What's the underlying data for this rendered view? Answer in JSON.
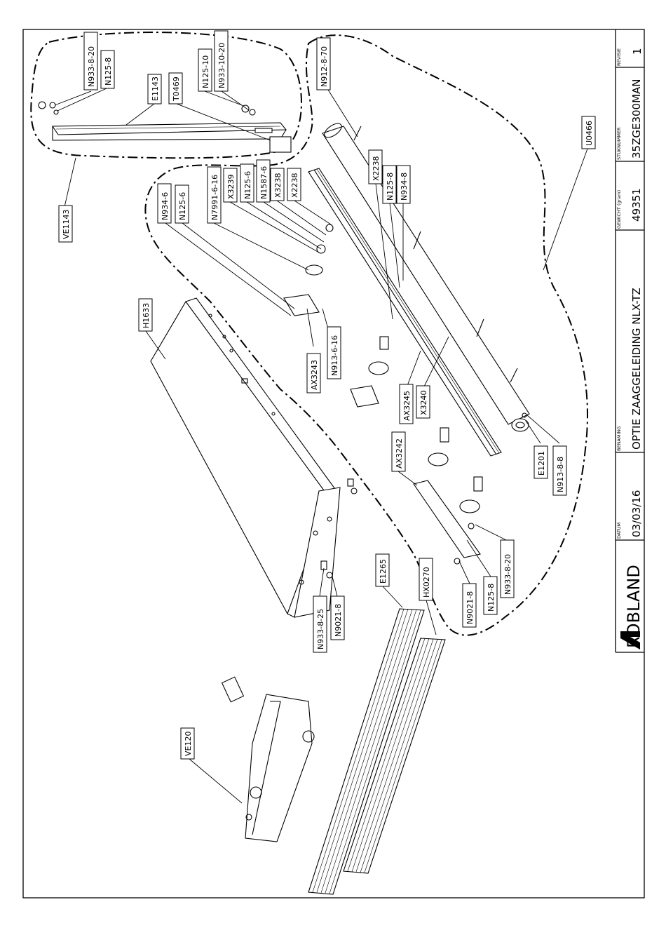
{
  "titleblock": {
    "brand": "ROBLAND",
    "datum_label": "DATUM",
    "datum": "03/03/16",
    "benaming_label": "BENAMING",
    "benaming": "OPTIE ZAAGGELEIDING NLX-TZ",
    "gewicht_label": "GEWICHT (gram)",
    "gewicht": "49351",
    "stuknummer_label": "STUKNUMMER",
    "stuknummer": "35ZGE300MAN",
    "revisie_label": "REVISIE",
    "revisie": "1"
  },
  "part_labels": [
    "N933-8-20",
    "N125-8",
    "E1143",
    "T0469",
    "N125-10",
    "N933-10-20",
    "VE1143",
    "N912-8-70",
    "U0466",
    "N934-6",
    "N125-6",
    "N7991-6-16",
    "X3239",
    "N125-6",
    "N1587-6",
    "X3238",
    "X2238",
    "X2238",
    "N125-8",
    "N934-8",
    "H1633",
    "AX3243",
    "N913-6-16",
    "AX3245",
    "X3240",
    "AX3242",
    "E1201",
    "N913-8-8",
    "N933-8-25",
    "N9021-8",
    "E1265",
    "HX0270",
    "N9021-8",
    "N125-8",
    "N933-8-20",
    "VE120"
  ]
}
